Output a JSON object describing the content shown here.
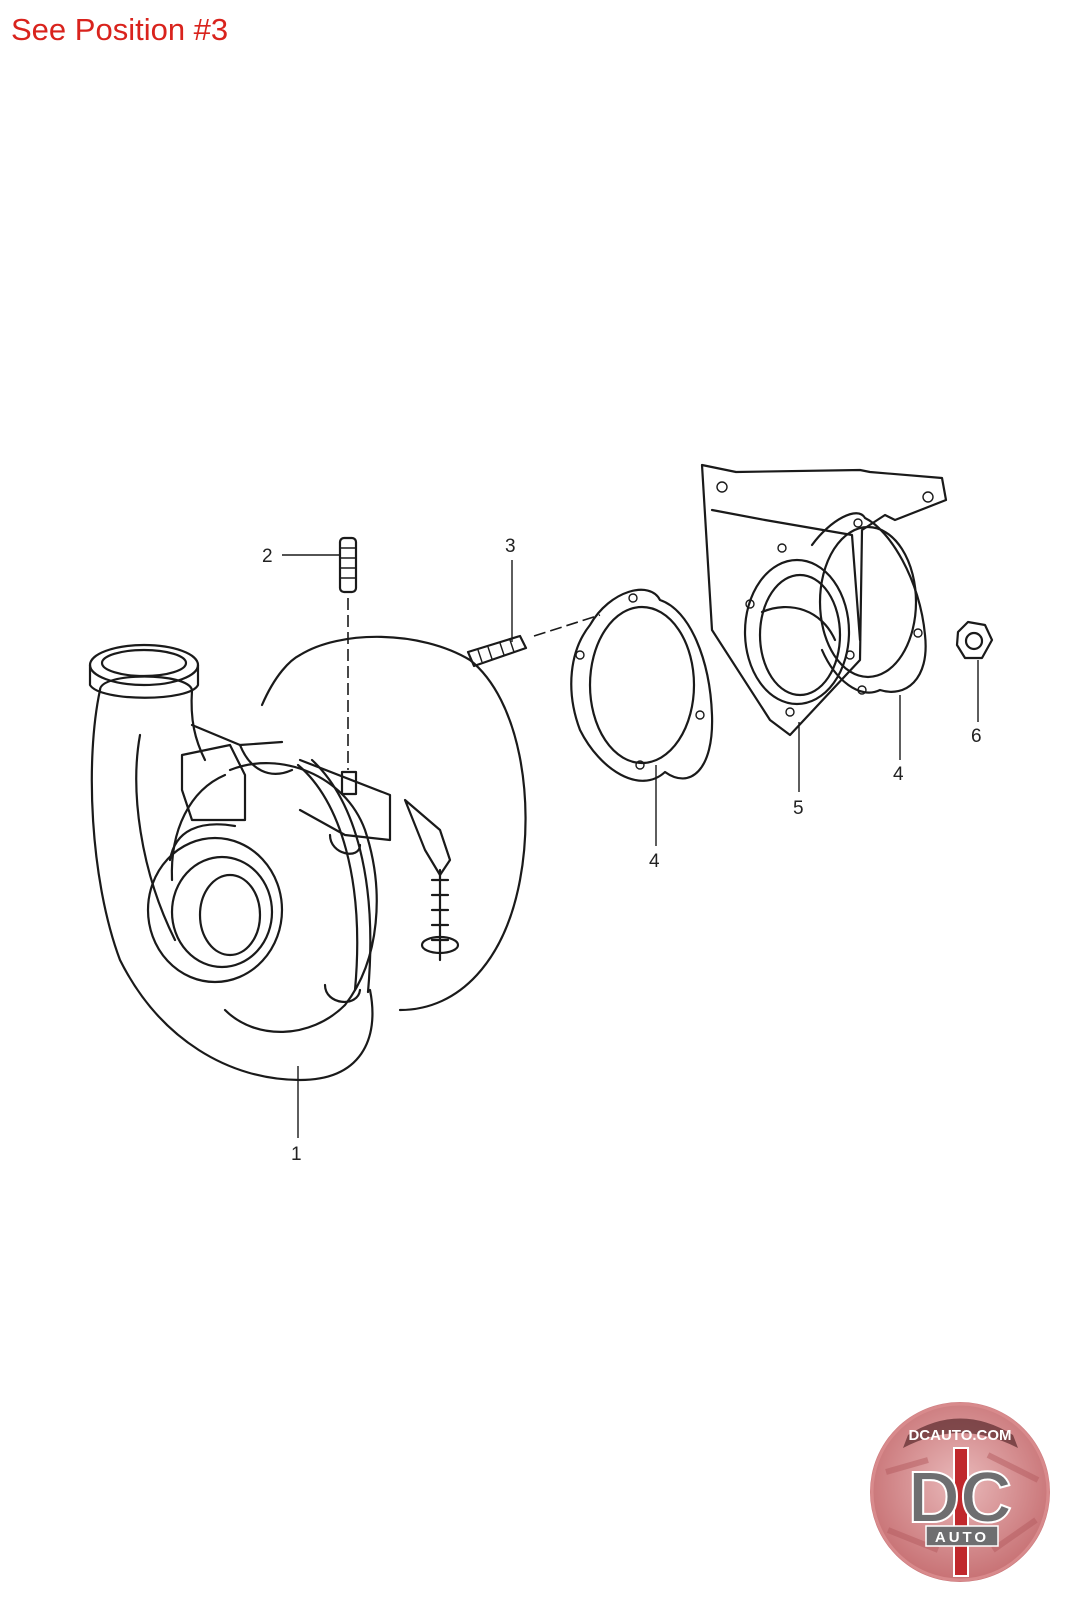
{
  "heading": "See Position #3",
  "callouts": [
    {
      "id": "1",
      "label": "1"
    },
    {
      "id": "2",
      "label": "2"
    },
    {
      "id": "3",
      "label": "3"
    },
    {
      "id": "4a",
      "label": "4"
    },
    {
      "id": "4b",
      "label": "4"
    },
    {
      "id": "5",
      "label": "5"
    },
    {
      "id": "6",
      "label": "6"
    }
  ],
  "logo": {
    "top_text": "DCAUTO.COM",
    "letters": "DC",
    "bottom_text": "AUTO",
    "colors": {
      "red": "#c0282c",
      "gray": "#6e6e70",
      "ring": "#d88a8c"
    }
  }
}
